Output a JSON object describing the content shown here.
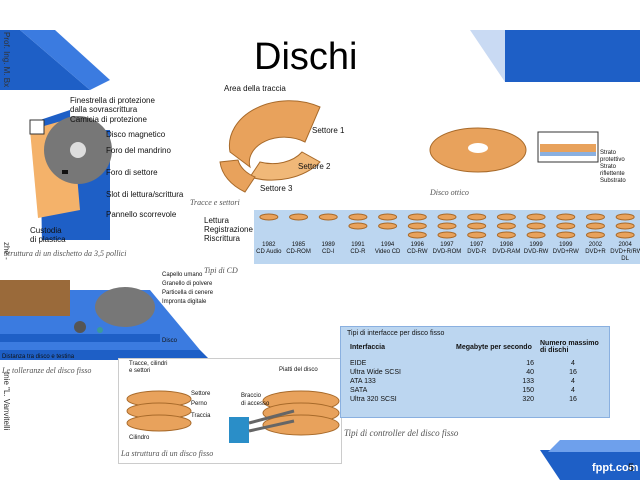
{
  "slide": {
    "title": "Dischi",
    "side_text_top": "Prof. Ing. M. Bx",
    "side_text_mid": "zhe -",
    "side_text_bottom": "tnie \"L. Vanvitelli",
    "brand": "fppt.com",
    "page_number": "5"
  },
  "floppy": {
    "labels": [
      "Finestrella di protezione",
      "dalla sovrascrittura",
      "Camicia di protezione",
      "Disco magnetico",
      "Foro del mandrino",
      "Foro di settore",
      "Slot di lettura/scrittura",
      "Pannello scorrevole",
      "Custodia",
      "di plastica"
    ],
    "caption": "Struttura di un dischetto da 3,5 pollici"
  },
  "sectors": {
    "labels": [
      "Area della traccia",
      "Settore 1",
      "Settore 2",
      "Settore 3"
    ],
    "caption": "Tracce e settori"
  },
  "optical": {
    "labels": [
      "Strato protettivo",
      "Strato riflettente",
      "Substrato"
    ],
    "caption": "Disco ottico"
  },
  "cd_timeline": {
    "row_labels": [
      "Lettura",
      "Registrazione",
      "Riscrittura"
    ],
    "years": [
      "1982",
      "1985",
      "1989",
      "1991",
      "1994",
      "1996",
      "1997",
      "1997",
      "1998",
      "1999",
      "1999",
      "2002",
      "2004"
    ],
    "formats": [
      "CD Audio",
      "CD-ROM",
      "CD-I",
      "CD-R",
      "Video CD",
      "CD-RW",
      "DVD-ROM",
      "DVD-R",
      "DVD-RAM",
      "DVD-RW",
      "DVD+RW",
      "DVD+R",
      "DVD+R/RW DL"
    ],
    "caption": "Tipi di CD"
  },
  "tolerances": {
    "labels": [
      "Capello umano",
      "Granello di polvere",
      "Particella di cenere",
      "Impronta digitale",
      "Disco"
    ],
    "bottom_label": "Distanza tra disco e testina",
    "caption": "Le tolleranze del disco fisso"
  },
  "hdd_structure": {
    "labels": [
      "Tracce, cilindri",
      "e settori",
      "Settore",
      "Perno",
      "Traccia",
      "Cilindro",
      "Braccio",
      "di accesso",
      "Piatti del disco"
    ],
    "caption": "La struttura di un disco fisso"
  },
  "controller_table": {
    "title": "Tipi di interfacce per disco fisso",
    "headers": [
      "Interfaccia",
      "Megabyte per secondo",
      "Numero massimo di dischi"
    ],
    "rows": [
      [
        "EIDE",
        "16",
        "4"
      ],
      [
        "Ultra Wide SCSI",
        "40",
        "16"
      ],
      [
        "ATA 133",
        "133",
        "4"
      ],
      [
        "SATA",
        "150",
        "4"
      ],
      [
        "Ultra 320 SCSI",
        "320",
        "16"
      ]
    ],
    "caption": "Tipi di controller del disco fisso"
  },
  "colors": {
    "accent_blue": "#1e5fc6",
    "disc_orange": "#e8a25c",
    "panel_blue": "#bcd6f0"
  }
}
